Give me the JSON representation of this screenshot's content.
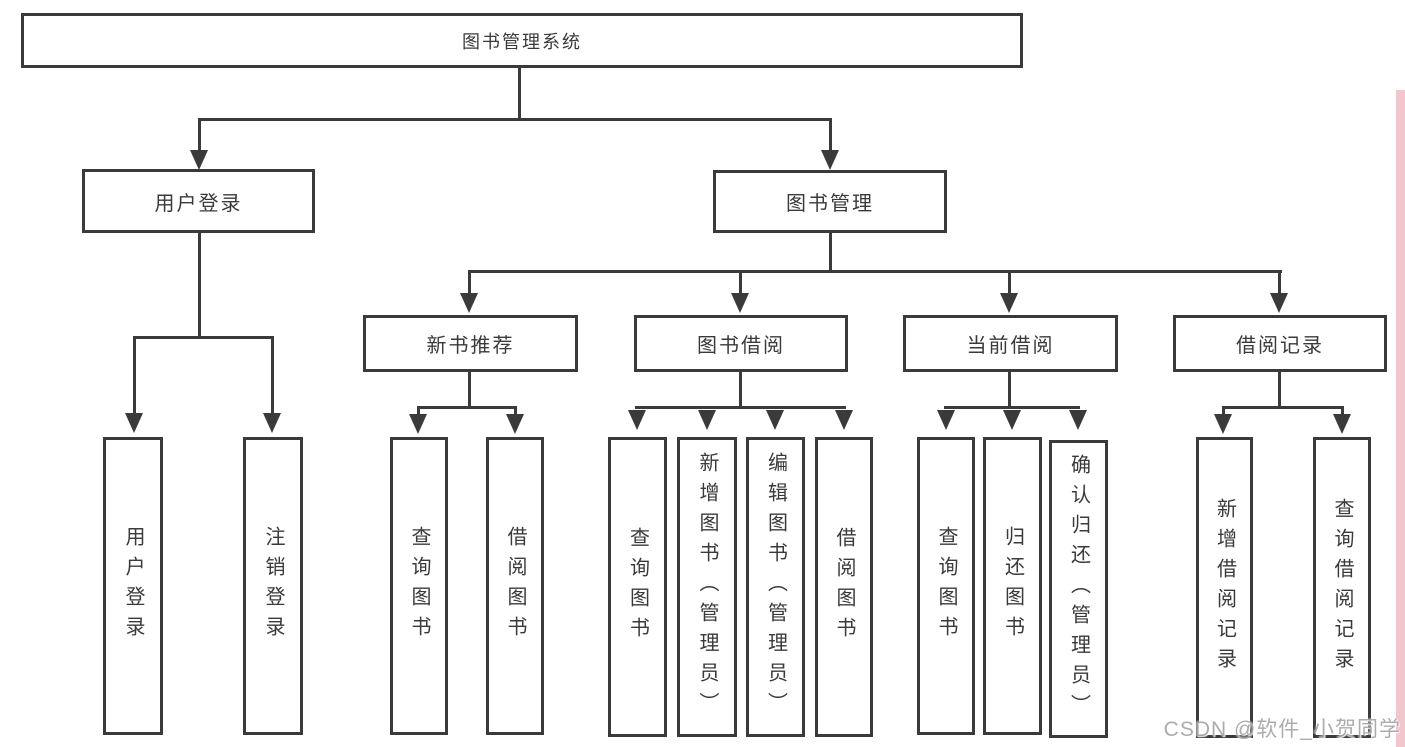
{
  "diagram": {
    "type": "hierarchy-tree",
    "root": "图书管理系统",
    "level2": {
      "user_login": "用户登录",
      "book_mgmt": "图书管理"
    },
    "level3": {
      "new_book": "新书推荐",
      "book_borrow": "图书借阅",
      "current_borrow": "当前借阅",
      "borrow_record": "借阅记录"
    },
    "leaves": {
      "user_login": [
        "用户登录",
        "注销登录"
      ],
      "new_book": [
        "查询图书",
        "借阅图书"
      ],
      "book_borrow": [
        "查询图书",
        "新增图书（管理员）",
        "编辑图书（管理员）",
        "借阅图书"
      ],
      "current_borrow": [
        "查询图书",
        "归还图书",
        "确认归还（管理员）"
      ],
      "borrow_record": [
        "新增借阅记录",
        "查询借阅记录"
      ]
    }
  },
  "colors": {
    "line": "#3a3a3a",
    "box_border": "#3a3a3a",
    "text": "#3a3a3a",
    "background": "#ffffff",
    "watermark": "#9e9e9e",
    "right_strip": "#f1c7cd"
  },
  "watermark": "CSDN @软件_小贺同学"
}
